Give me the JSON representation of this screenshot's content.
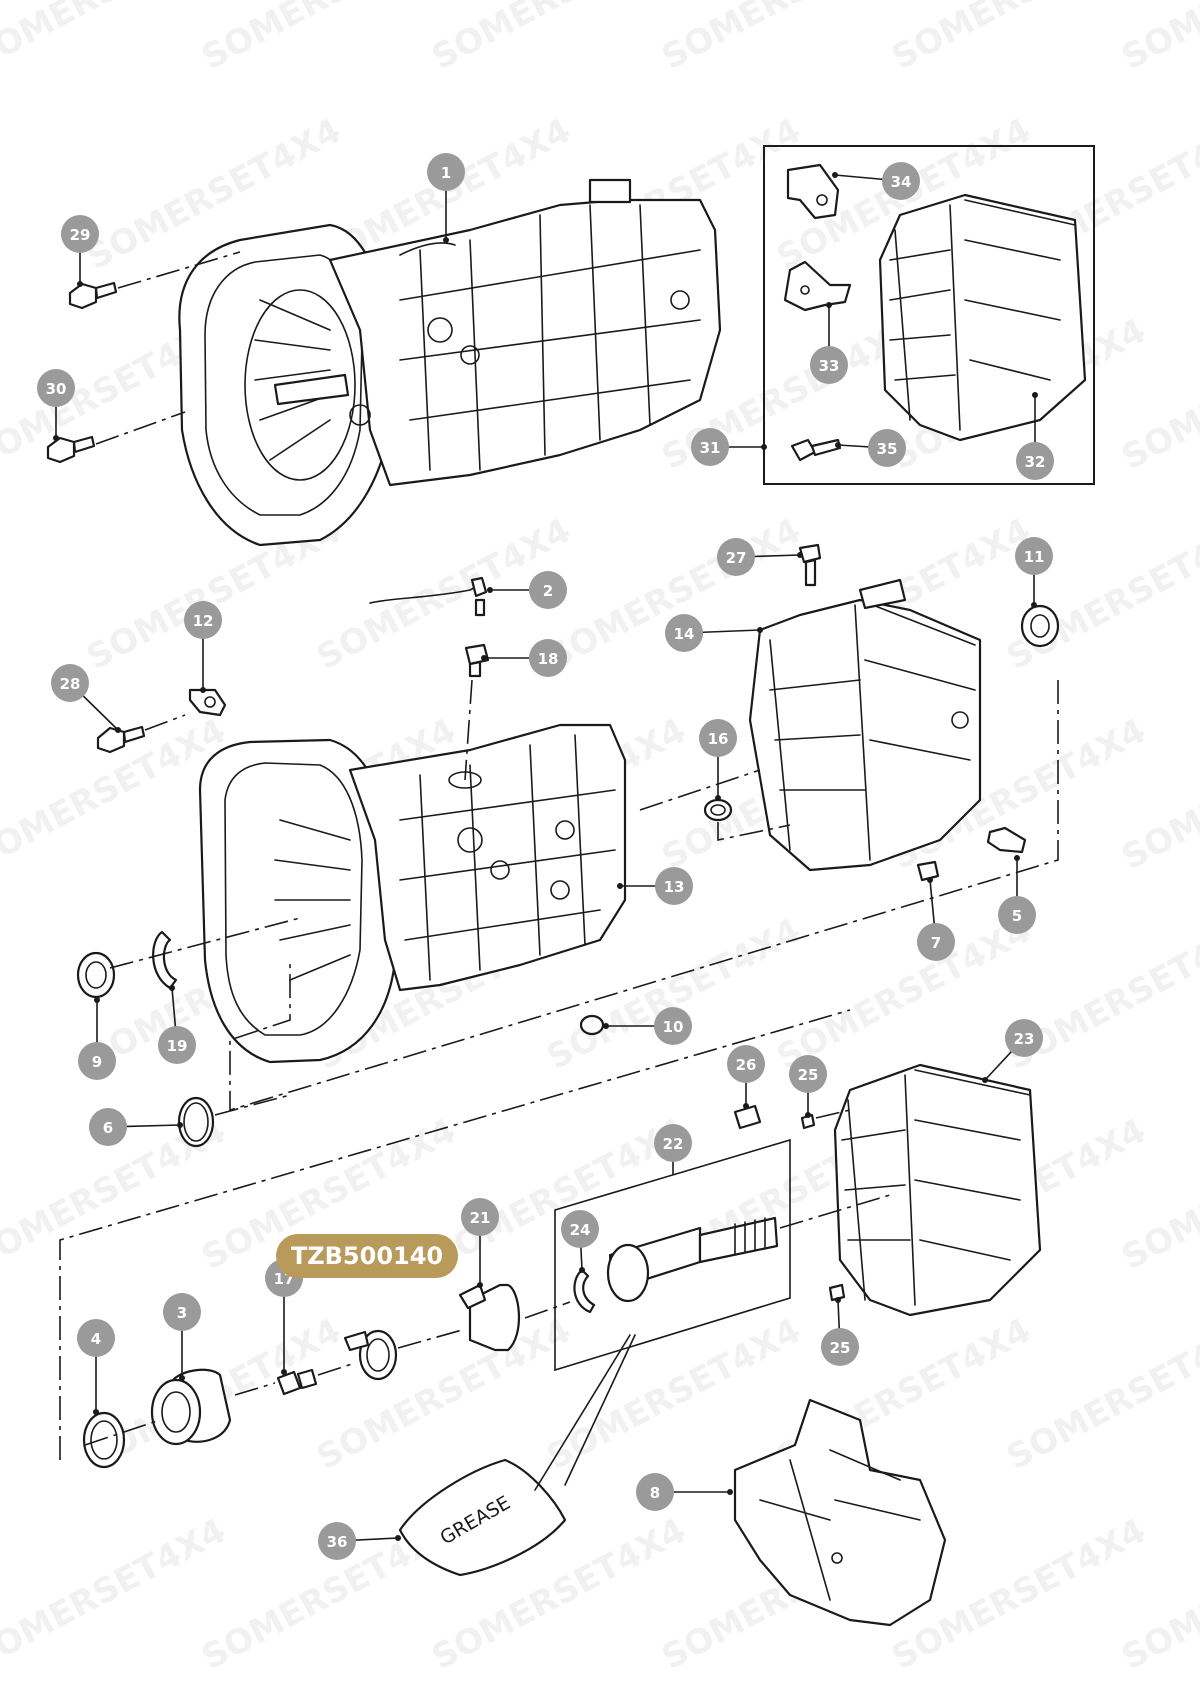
{
  "watermark": "SOMERSET4X4",
  "part_badge": {
    "label": "TZB500140",
    "color": "#b89a5a"
  },
  "grease_label": "GREASE",
  "callout_color": "#9a9a9a",
  "callouts": [
    "1",
    "2",
    "3",
    "4",
    "5",
    "6",
    "7",
    "8",
    "9",
    "10",
    "11",
    "12",
    "13",
    "14",
    "16",
    "17",
    "18",
    "19",
    "21",
    "22",
    "23",
    "24",
    "25",
    "25",
    "26",
    "27",
    "28",
    "29",
    "30",
    "31",
    "32",
    "33",
    "34",
    "35",
    "36"
  ]
}
